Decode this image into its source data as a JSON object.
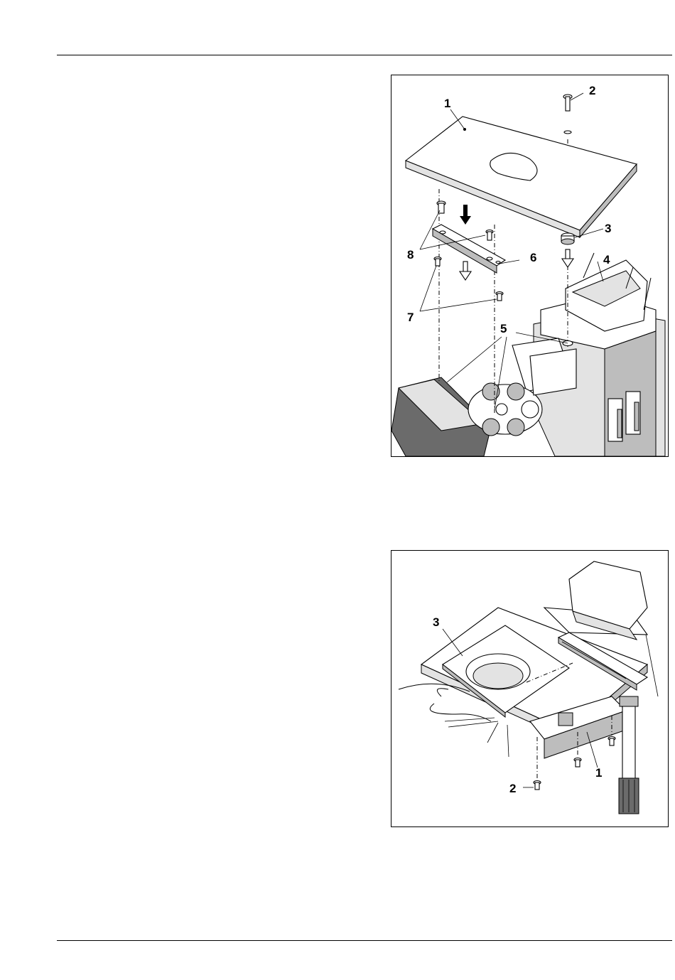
{
  "figure1": {
    "callouts": [
      "1",
      "2",
      "3",
      "4",
      "5",
      "6",
      "7",
      "8"
    ]
  },
  "figure2": {
    "callouts": [
      "3",
      "1",
      "2"
    ]
  }
}
